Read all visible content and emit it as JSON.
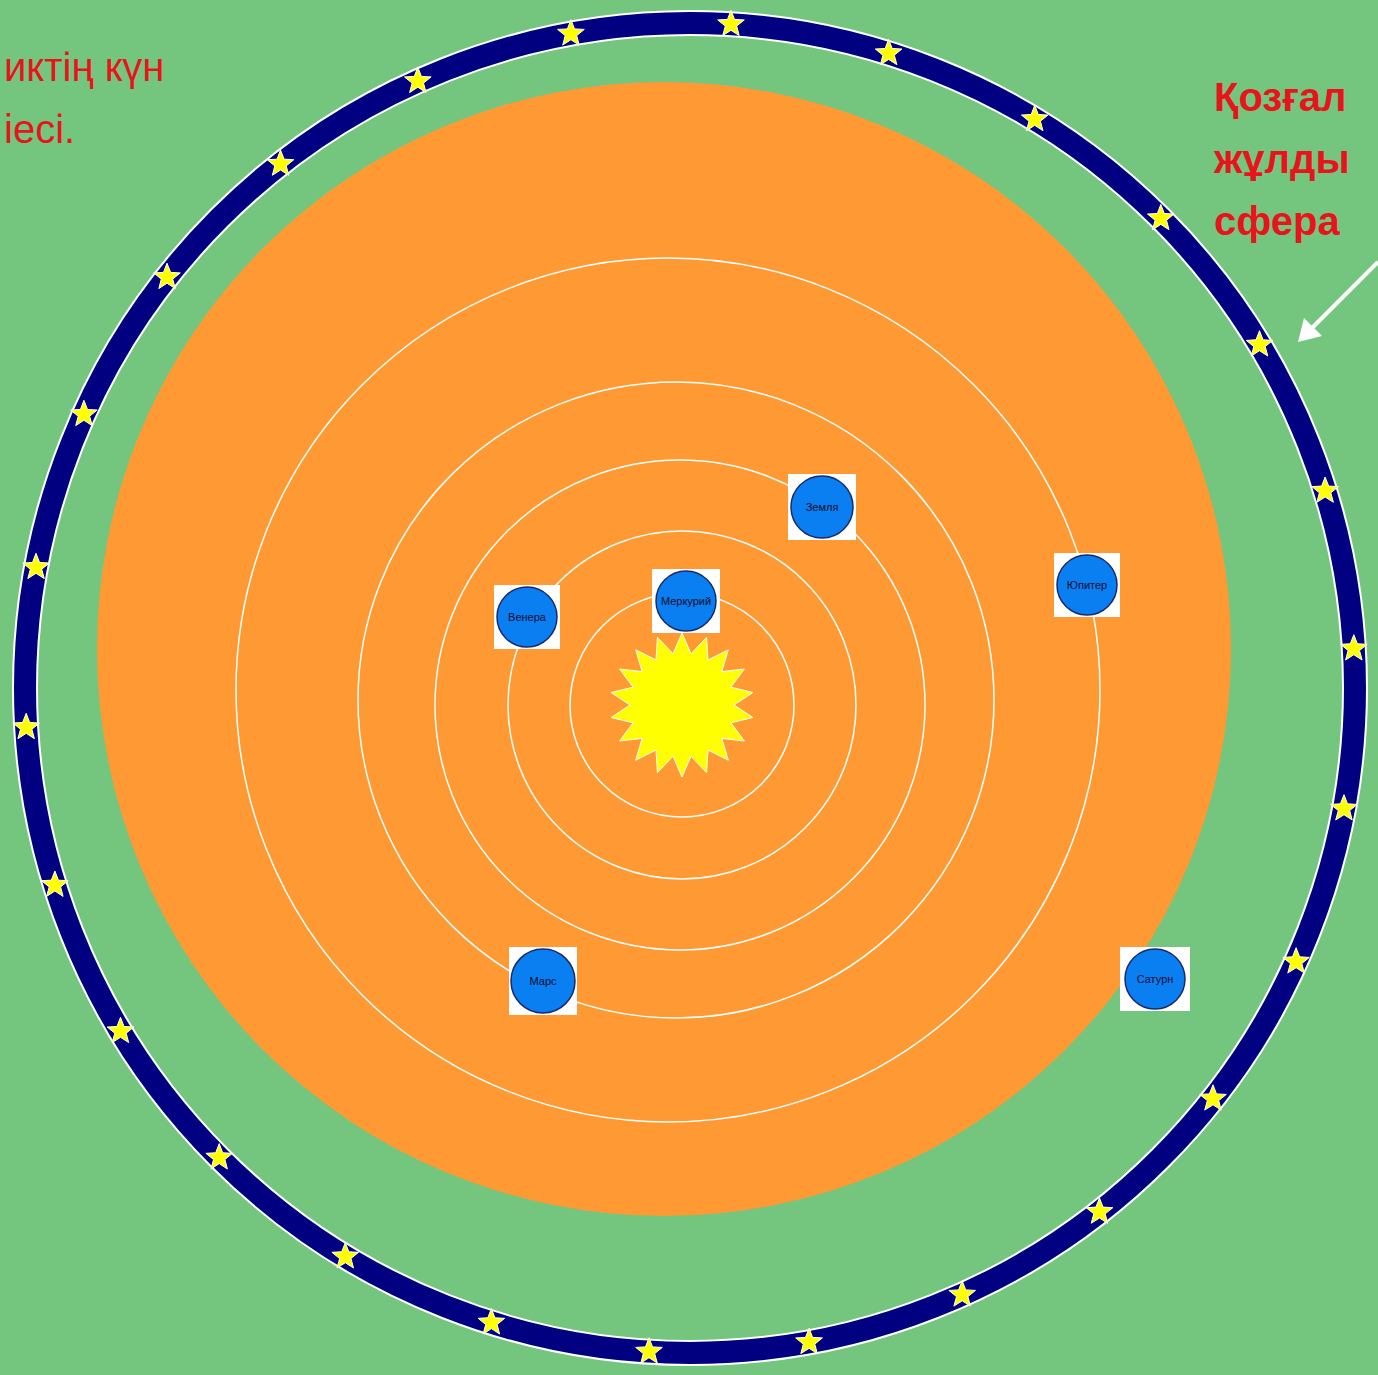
{
  "diagram": {
    "nodes": [
      {
        "text": [
          "Земля"
        ]
      },
      {
        "text": [
          "Юпитер"
        ]
      },
      {
        "text": [
          "Меркурий"
        ]
      },
      {
        "text": [
          "Венера"
        ]
      },
      {
        "text": [
          "Марс"
        ]
      },
      {
        "text": [
          "Сатурн"
        ]
      }
    ],
    "labels": [
      "иктің күн iесі.",
      "Қозғал жұлды сфера"
    ]
  }
}
